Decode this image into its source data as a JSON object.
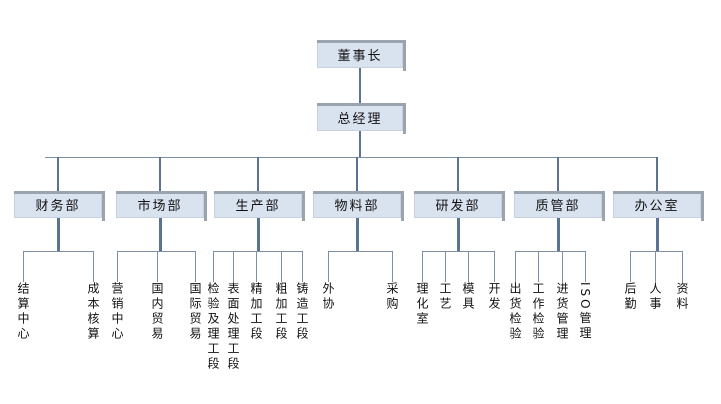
{
  "chart": {
    "type": "org-chart",
    "nodes": {
      "chairman": "董事长",
      "general_manager": "总经理"
    },
    "departments": [
      {
        "label": "财务部",
        "children": [
          "结算中心",
          "成本核算"
        ]
      },
      {
        "label": "市场部",
        "children": [
          "营销中心",
          "国内贸易",
          "国际贸易"
        ]
      },
      {
        "label": "生产部",
        "children": [
          "检验及理工段",
          "表面处理工段",
          "精加工段",
          "粗加工段",
          "铸造工段"
        ]
      },
      {
        "label": "物料部",
        "children": [
          "外协",
          "采购"
        ]
      },
      {
        "label": "研发部",
        "children": [
          "理化室",
          "工艺",
          "模具",
          "开发"
        ]
      },
      {
        "label": "质管部",
        "children": [
          "出货检验",
          "工作检验",
          "进货管理",
          "ISO管理"
        ]
      },
      {
        "label": "办公室",
        "children": [
          "后勤",
          "人事",
          "资料"
        ]
      }
    ],
    "colors": {
      "box_fill": "#d9e2ef",
      "box_border": "#c9d1e0",
      "box_shadow": "#9ba3ae",
      "line_thick": "#5b7393",
      "line_thin": "#7d8fa7"
    }
  }
}
